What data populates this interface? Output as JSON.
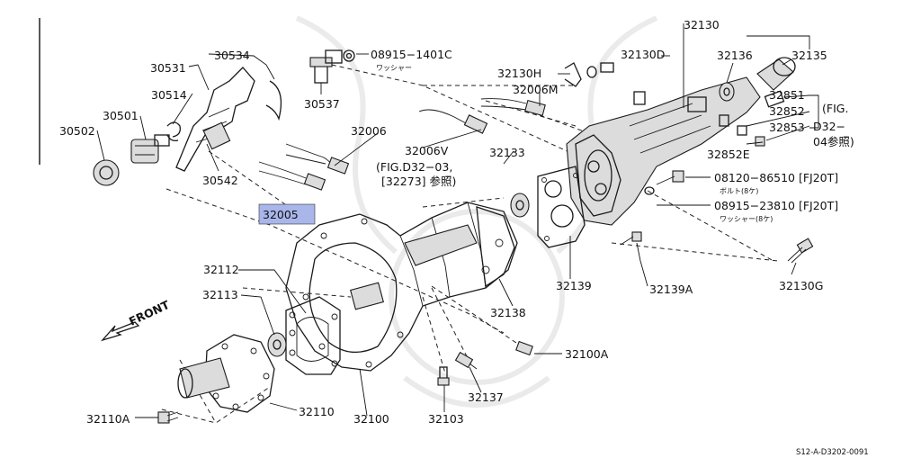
{
  "diagram": {
    "highlight_color": "#a9b6ea",
    "selected_part": "32005",
    "footer_code": "S12-A-D3202-0091",
    "front_label": "FRONT",
    "fig_ref_1_line1": "(FIG.D32−03,",
    "fig_ref_1_line2": "[32273] 参照)",
    "fig_ref_2_line1": "(FIG.",
    "fig_ref_2_line2": "D32−",
    "fig_ref_2_line3": "04参照)",
    "washer_jp": "ワッシャー",
    "bolt_qty_jp": "ボルト(8ケ)",
    "washer_qty_jp": "ワッシャー(8ケ)",
    "parts": {
      "p30531": "30531",
      "p30534": "30534",
      "p30514": "30514",
      "p30501": "30501",
      "p30502": "30502",
      "p30542": "30542",
      "p30537": "30537",
      "p08915_1401": "08915−1401C",
      "p32006": "32006",
      "p32005": "32005",
      "p32006V": "32006V",
      "p32006M": "32006M",
      "p32130H": "32130H",
      "p32130D": "32130D",
      "p32130": "32130",
      "p32136": "32136",
      "p32135": "32135",
      "p32851": "32851",
      "p32852": "32852",
      "p32853": "32853",
      "p32852E": "32852E",
      "p32133": "32133",
      "p08120": "08120−86510 [FJ20T]",
      "p08915_2381": "08915−23810 [FJ20T]",
      "p32130G": "32130G",
      "p32139A": "32139A",
      "p32139": "32139",
      "p32138": "32138",
      "p32100A": "32100A",
      "p32137": "32137",
      "p32103": "32103",
      "p32100": "32100",
      "p32110": "32110",
      "p32110A": "32110A",
      "p32113": "32113",
      "p32112": "32112"
    }
  }
}
